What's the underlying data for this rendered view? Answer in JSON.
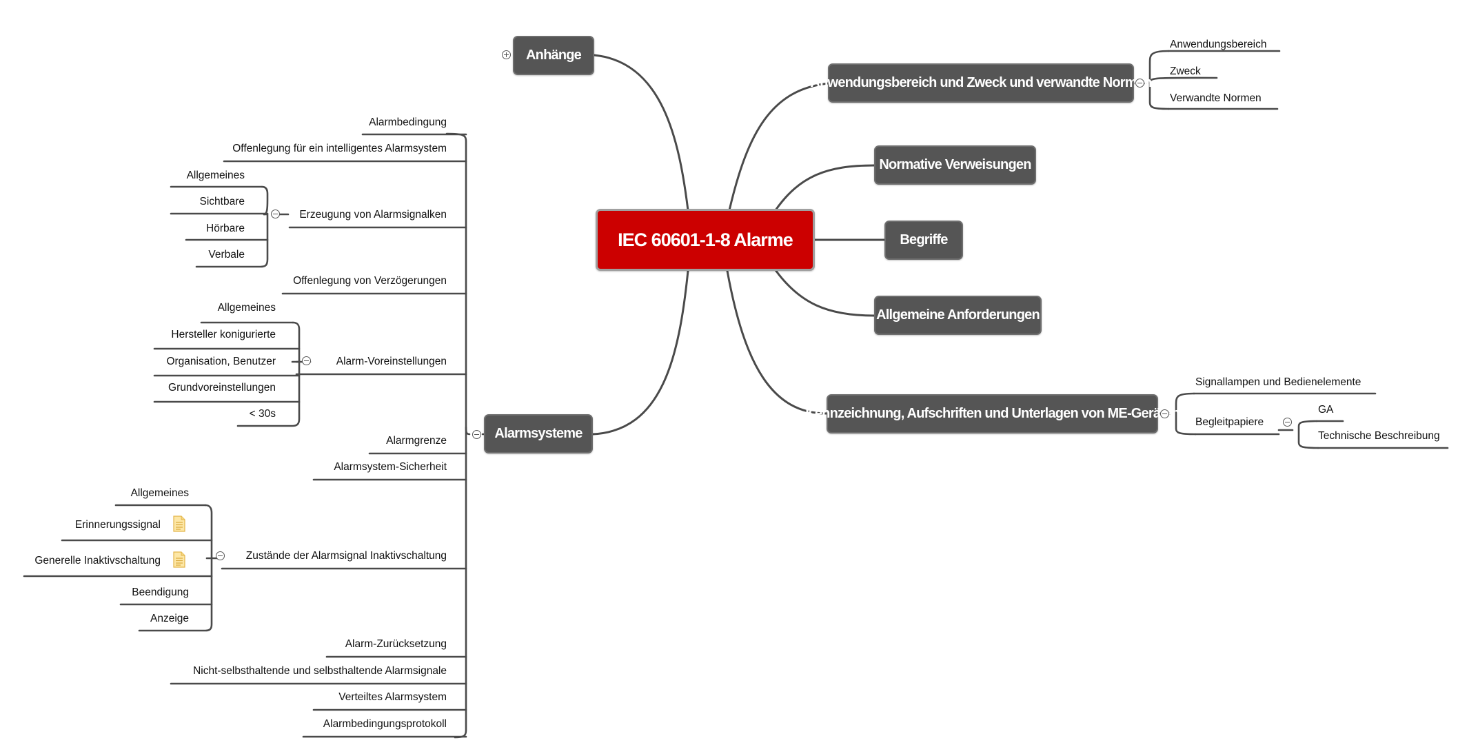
{
  "root": {
    "label": "IEC 60601-1-8 Alarme",
    "color": "#cc0000"
  },
  "topic_color": "#555555",
  "line_color": "#4a4a4a",
  "right_topics": [
    {
      "label": "Anwendungsbereich und Zweck und verwandte Normen",
      "children": [
        "Anwendungsbereich",
        "Zweck",
        "Verwandte Normen"
      ]
    },
    {
      "label": "Normative Verweisungen"
    },
    {
      "label": "Begriffe"
    },
    {
      "label": "Allgemeine Anforderungen"
    },
    {
      "label": "Kennzeichnung, Aufschriften und Unterlagen von ME-Geräten",
      "children": [
        "Signallampen und Bedienelemente",
        "Begleitpapiere"
      ],
      "begleitpapiere_children": [
        "GA",
        "Technische Beschreibung"
      ]
    }
  ],
  "left_topics": [
    {
      "label": "Anhänge",
      "collapsed": true
    },
    {
      "label": "Alarmsysteme",
      "children": [
        {
          "label": "Alarmbedingung"
        },
        {
          "label": "Offenlegung für ein intelligentes Alarmsystem"
        },
        {
          "label": "Erzeugung von Alarmsignalken",
          "children": [
            "Allgemeines",
            "Sichtbare",
            "Hörbare",
            "Verbale"
          ]
        },
        {
          "label": "Offenlegung von Verzögerungen"
        },
        {
          "label": "Alarm-Voreinstellungen",
          "children": [
            "Allgemeines",
            "Hersteller konigurierte",
            "Organisation, Benutzer",
            "Grundvoreinstellungen",
            "< 30s"
          ]
        },
        {
          "label": "Alarmgrenze"
        },
        {
          "label": "Alarmsystem-Sicherheit"
        },
        {
          "label": "Zustände der Alarmsignal Inaktivschaltung",
          "children": [
            "Allgemeines",
            "Erinnerungssignal",
            "Generelle Inaktivschaltung",
            "Beendigung",
            "Anzeige"
          ]
        },
        {
          "label": "Alarm-Zurücksetzung"
        },
        {
          "label": "Nicht-selbsthaltende und selbsthaltende Alarmsignale"
        },
        {
          "label": "Verteiltes Alarmsystem"
        },
        {
          "label": "Alarmbedingungsprotokoll"
        }
      ]
    }
  ],
  "icons": {
    "note": "note-icon",
    "collapse": "collapse-icon",
    "expand": "expand-icon"
  }
}
